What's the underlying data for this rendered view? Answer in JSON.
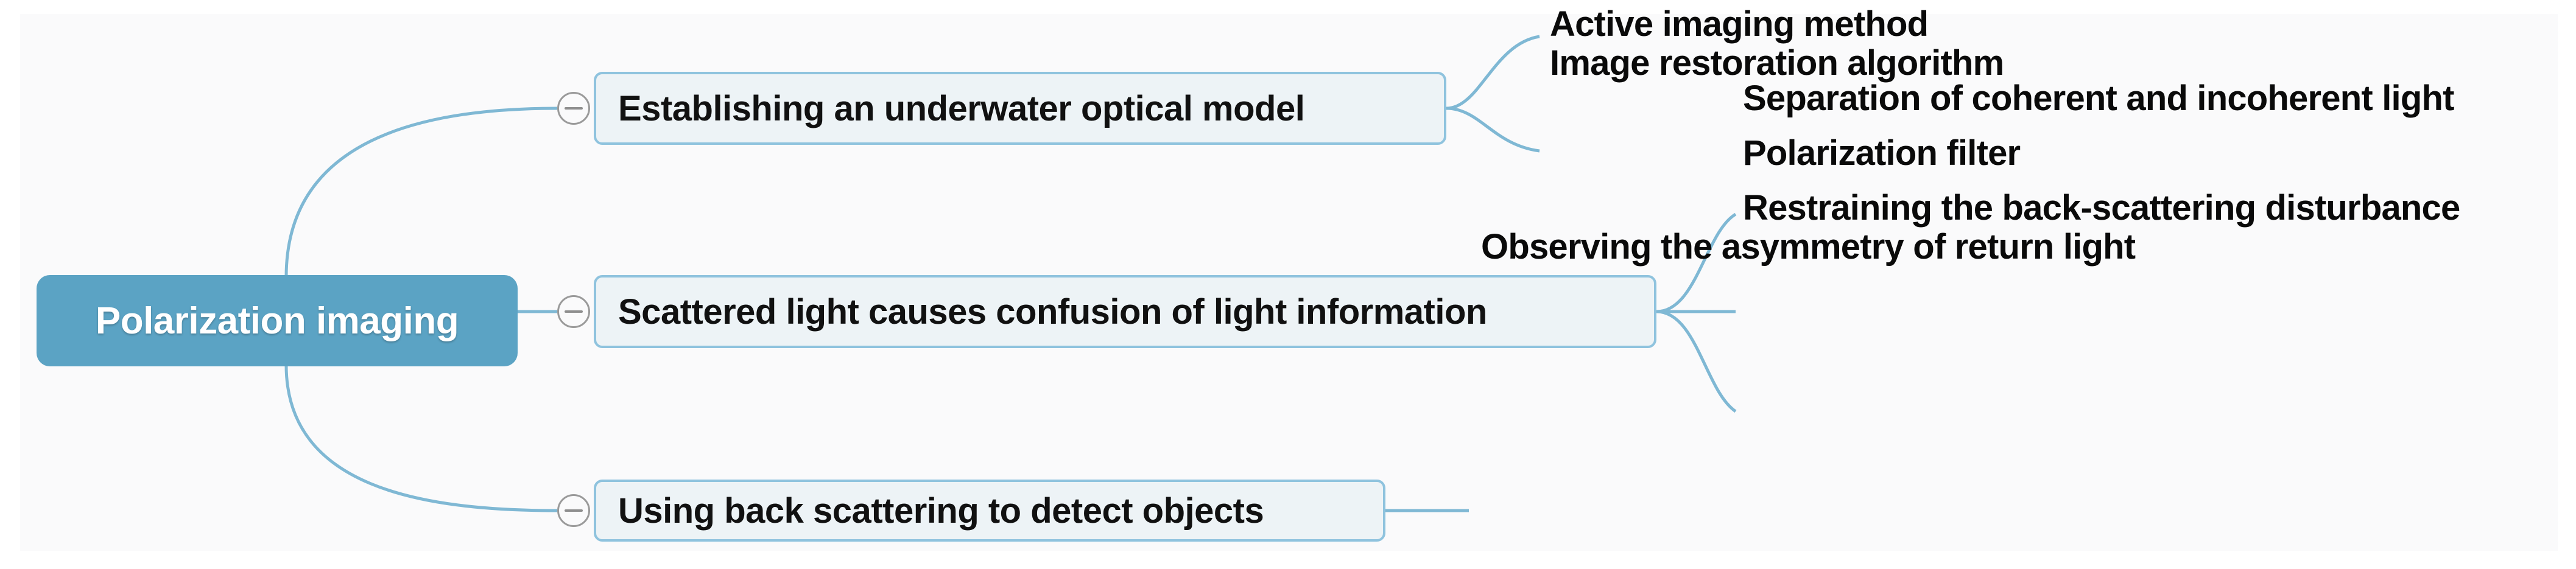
{
  "diagram": {
    "type": "mind-map",
    "title": "Polarization imaging",
    "background_color": "#FAFAFB",
    "root": {
      "label": "Polarization imaging",
      "fill_color": "#5BA3C4",
      "text_color": "#FFFFFF"
    },
    "node_fill_color": "#EDF3F6",
    "node_border_color": "#8FC3DE",
    "connector_color": "#7FB8D4",
    "toggle_icon": "minus-circle-icon",
    "branches": [
      {
        "label": "Establishing an underwater optical model",
        "collapsed": false,
        "children": [
          {
            "label": "Active imaging method"
          },
          {
            "label": "Image restoration algorithm"
          }
        ]
      },
      {
        "label": "Scattered light causes confusion of light information",
        "collapsed": false,
        "children": [
          {
            "label": "Separation of coherent and incoherent light"
          },
          {
            "label": "Polarization filter"
          },
          {
            "label": "Restraining the back-scattering disturbance"
          }
        ]
      },
      {
        "label": "Using back scattering to detect objects",
        "collapsed": false,
        "children": [
          {
            "label": "Observing the asymmetry of return light"
          }
        ]
      }
    ]
  }
}
